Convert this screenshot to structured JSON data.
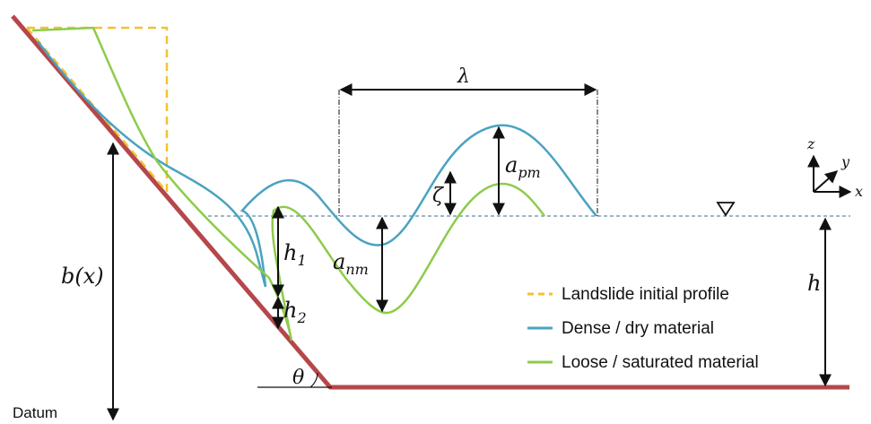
{
  "labels": {
    "lambda": "λ",
    "a": "a",
    "pm": "pm",
    "nm": "nm",
    "zeta": "ζ",
    "h": "h",
    "one": "1",
    "two": "2",
    "bx": "b(x)",
    "theta": "θ",
    "datum": "Datum",
    "axis_z": "z",
    "axis_y": "y",
    "axis_x": "x",
    "water_level_symbol": "∇"
  },
  "legend": {
    "items": [
      {
        "label": "Landslide initial profile",
        "color": "#f2c230",
        "style": "dashed"
      },
      {
        "label": "Dense / dry material",
        "color": "#4aa3c0",
        "style": "solid"
      },
      {
        "label": "Loose / saturated material",
        "color": "#8dcc4a",
        "style": "solid"
      }
    ]
  },
  "colors": {
    "ground": "#b5474a",
    "water_line": "#7a9db8",
    "dense": "#4aa3c0",
    "loose": "#8dcc4a",
    "initial": "#f2c230",
    "arrow": "#111111"
  }
}
